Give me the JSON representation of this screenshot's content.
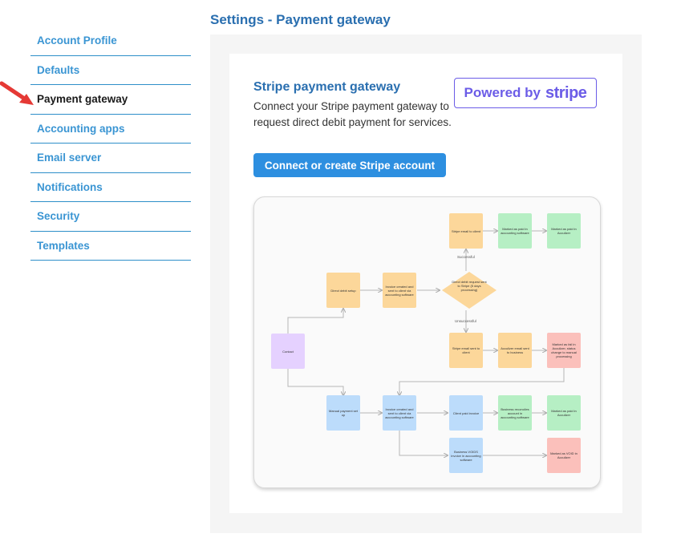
{
  "page": {
    "title": "Settings - Payment gateway"
  },
  "sidebar": {
    "items": [
      {
        "label": "Account Profile",
        "active": false
      },
      {
        "label": "Defaults",
        "active": false
      },
      {
        "label": "Payment gateway",
        "active": true
      },
      {
        "label": "Accounting apps",
        "active": false
      },
      {
        "label": "Email server",
        "active": false
      },
      {
        "label": "Notifications",
        "active": false
      },
      {
        "label": "Security",
        "active": false
      },
      {
        "label": "Templates",
        "active": false
      }
    ]
  },
  "gateway": {
    "title": "Stripe payment gateway",
    "description": "Connect your Stripe payment gateway to request direct debit payment for services.",
    "powered_by": "Powered by",
    "brand": "stripe",
    "connect_button": "Connect or create Stripe account"
  },
  "diagram": {
    "nodes": {
      "contact": "Contact",
      "direct_debit_setup": "Direct debit setup",
      "invoice_created_top": "Invoice created and sent to client via accounting software",
      "decision": "Direct debit request sent to Stripe (5 days processing)",
      "stripe_email_success": "Stripe email to client",
      "marked_paid_accounting": "Marked as paid in accounting software",
      "marked_paid_acculizer_top": "Marked as paid in Acculizer",
      "stripe_email_fail": "Stripe email sent to client",
      "acculizer_email": "Acculizer email sent to business",
      "marked_failed": "Marked as fail in Acculizer, status change to manual processing",
      "manual_payment": "Manual payment set up",
      "invoice_created_bottom": "Invoice created and sent to client via accounting software",
      "client_paid": "Client paid invoice",
      "business_reconciles": "Business reconciles account in accounting software",
      "marked_paid_acculizer_bottom": "Marked as paid in Acculizer",
      "business_void": "Business VOIDS invoice in accounting software",
      "marked_void": "Marked as VOID in Acculizer"
    },
    "labels": {
      "successful": "Successful",
      "unsuccessful": "Unsuccessful"
    },
    "colors": {
      "orange": "#fcd79a",
      "green": "#b6efc4",
      "red": "#fbc0bb",
      "blue": "#bcdcfb",
      "purple": "#e5d1ff"
    }
  },
  "colors": {
    "accent": "#2a6fb0",
    "link": "#3a95d3",
    "button": "#2d8fe0",
    "stripe": "#6b5ce7",
    "arrow": "#e53935"
  }
}
